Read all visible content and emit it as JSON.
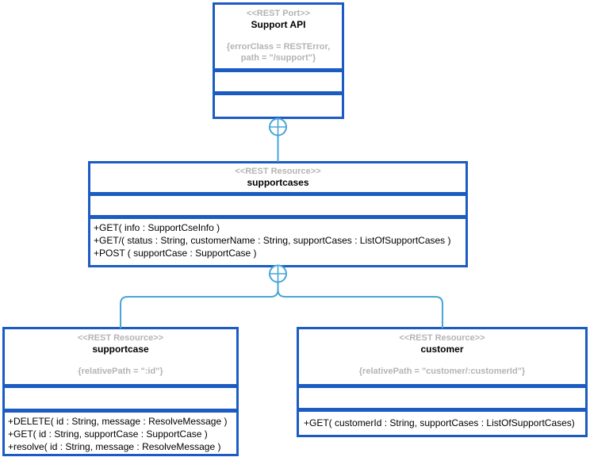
{
  "diagram": {
    "title": "REST API UML resource diagram",
    "colors": {
      "box_border": "#1c5cc2",
      "connector": "#47a5d8",
      "stereotype_text": "#b4b4b4",
      "name_text": "#000000",
      "background": "#ffffff"
    },
    "icons": {
      "containment": "circle-plus-icon"
    },
    "nodes": [
      {
        "stereotype": "<<REST Port>>",
        "name": "Support API",
        "properties": [
          "{errorClass = RESTError,",
          "path = \"/support\"}"
        ],
        "methods": []
      },
      {
        "stereotype": "<<REST Resource>>",
        "name": "supportcases",
        "properties": [],
        "methods": [
          "+GET( info : SupportCseInfo )",
          "+GET/( status : String, customerName : String, supportCases : ListOfSupportCases )",
          "+POST ( supportCase : SupportCase )"
        ]
      },
      {
        "stereotype": "<<REST Resource>>",
        "name": "supportcase",
        "properties": [
          "{relativePath = \":id\"}"
        ],
        "methods": [
          "+DELETE( id : String, message : ResolveMessage )",
          "+GET( id : String, supportCase : SupportCase )",
          "+resolve( id : String, message : ResolveMessage )"
        ]
      },
      {
        "stereotype": "<<REST Resource>>",
        "name": "customer",
        "properties": [
          "{relativePath = \"customer/:customerId\"}"
        ],
        "methods": [
          "+GET( customerId : String, supportCases : ListOfSupportCases)"
        ]
      }
    ]
  }
}
